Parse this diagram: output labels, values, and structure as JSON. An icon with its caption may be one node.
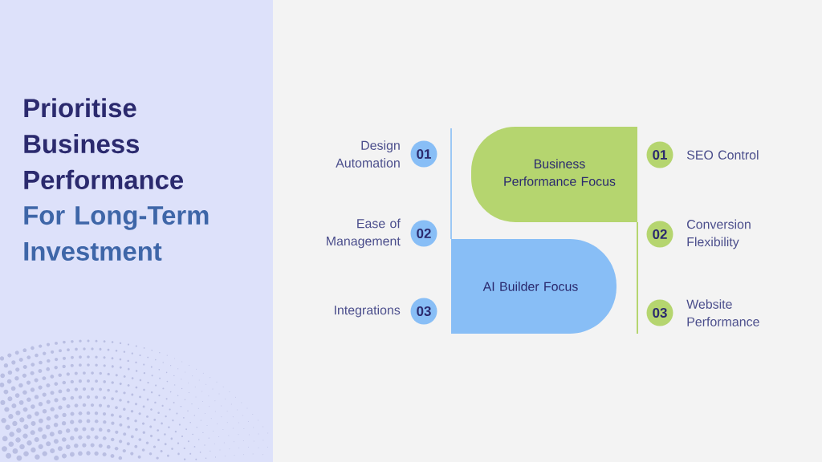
{
  "diagram": {
    "title": "Prioritise Business Performance",
    "nodes": [
      {
        "text": [
          "Business Performance Focus"
        ]
      },
      {
        "text": [
          "AI Builder Focus"
        ]
      },
      {
        "text": [
          "01"
        ],
        "beside": [
          "Design Automation"
        ]
      },
      {
        "text": [
          "02"
        ],
        "beside": [
          "Ease of Management"
        ]
      },
      {
        "text": [
          "03"
        ],
        "beside": [
          "Integrations"
        ]
      },
      {
        "text": [
          "01"
        ],
        "beside": [
          "SEO Control"
        ]
      },
      {
        "text": [
          "02"
        ],
        "beside": [
          "Conversion Flexibility"
        ]
      },
      {
        "text": [
          "03"
        ],
        "beside": [
          "Website Performance"
        ]
      }
    ],
    "labels": [
      "For Long-Term Investment"
    ]
  }
}
